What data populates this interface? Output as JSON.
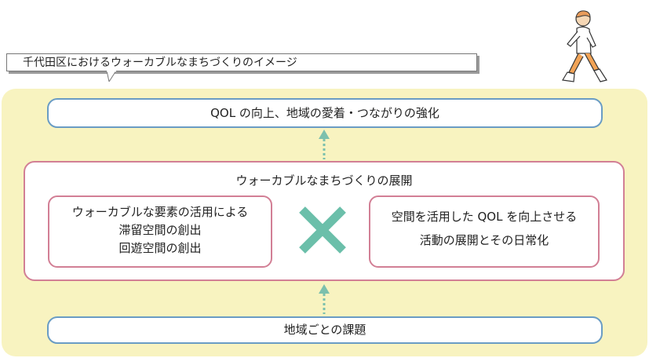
{
  "callout": {
    "text": "千代田区におけるウォーカブルなまちづくりのイメージ"
  },
  "top_box": {
    "text": "QOL の向上、地域の愛着・つながりの強化"
  },
  "middle_box": {
    "title": "ウォーカブルなまちづくりの展開",
    "left_lines": [
      "ウォーカブルな要素の活用による",
      "滞留空間の創出",
      "回遊空間の創出"
    ],
    "right_lines": [
      "空間を活用した QOL を向上させる",
      "活動の展開とその日常化"
    ]
  },
  "bottom_box": {
    "text": "地域ごとの課題"
  },
  "colors": {
    "panel_bg": "#f8f3c0",
    "blue_border": "#6a9cc4",
    "pink_border": "#d27f95",
    "cross": "#6bbfaa",
    "arrow": "#7cc0ad"
  },
  "icons": {
    "cross": "multiply-cross-icon",
    "walker": "walking-person-icon",
    "arrow": "dotted-up-arrow-icon"
  }
}
